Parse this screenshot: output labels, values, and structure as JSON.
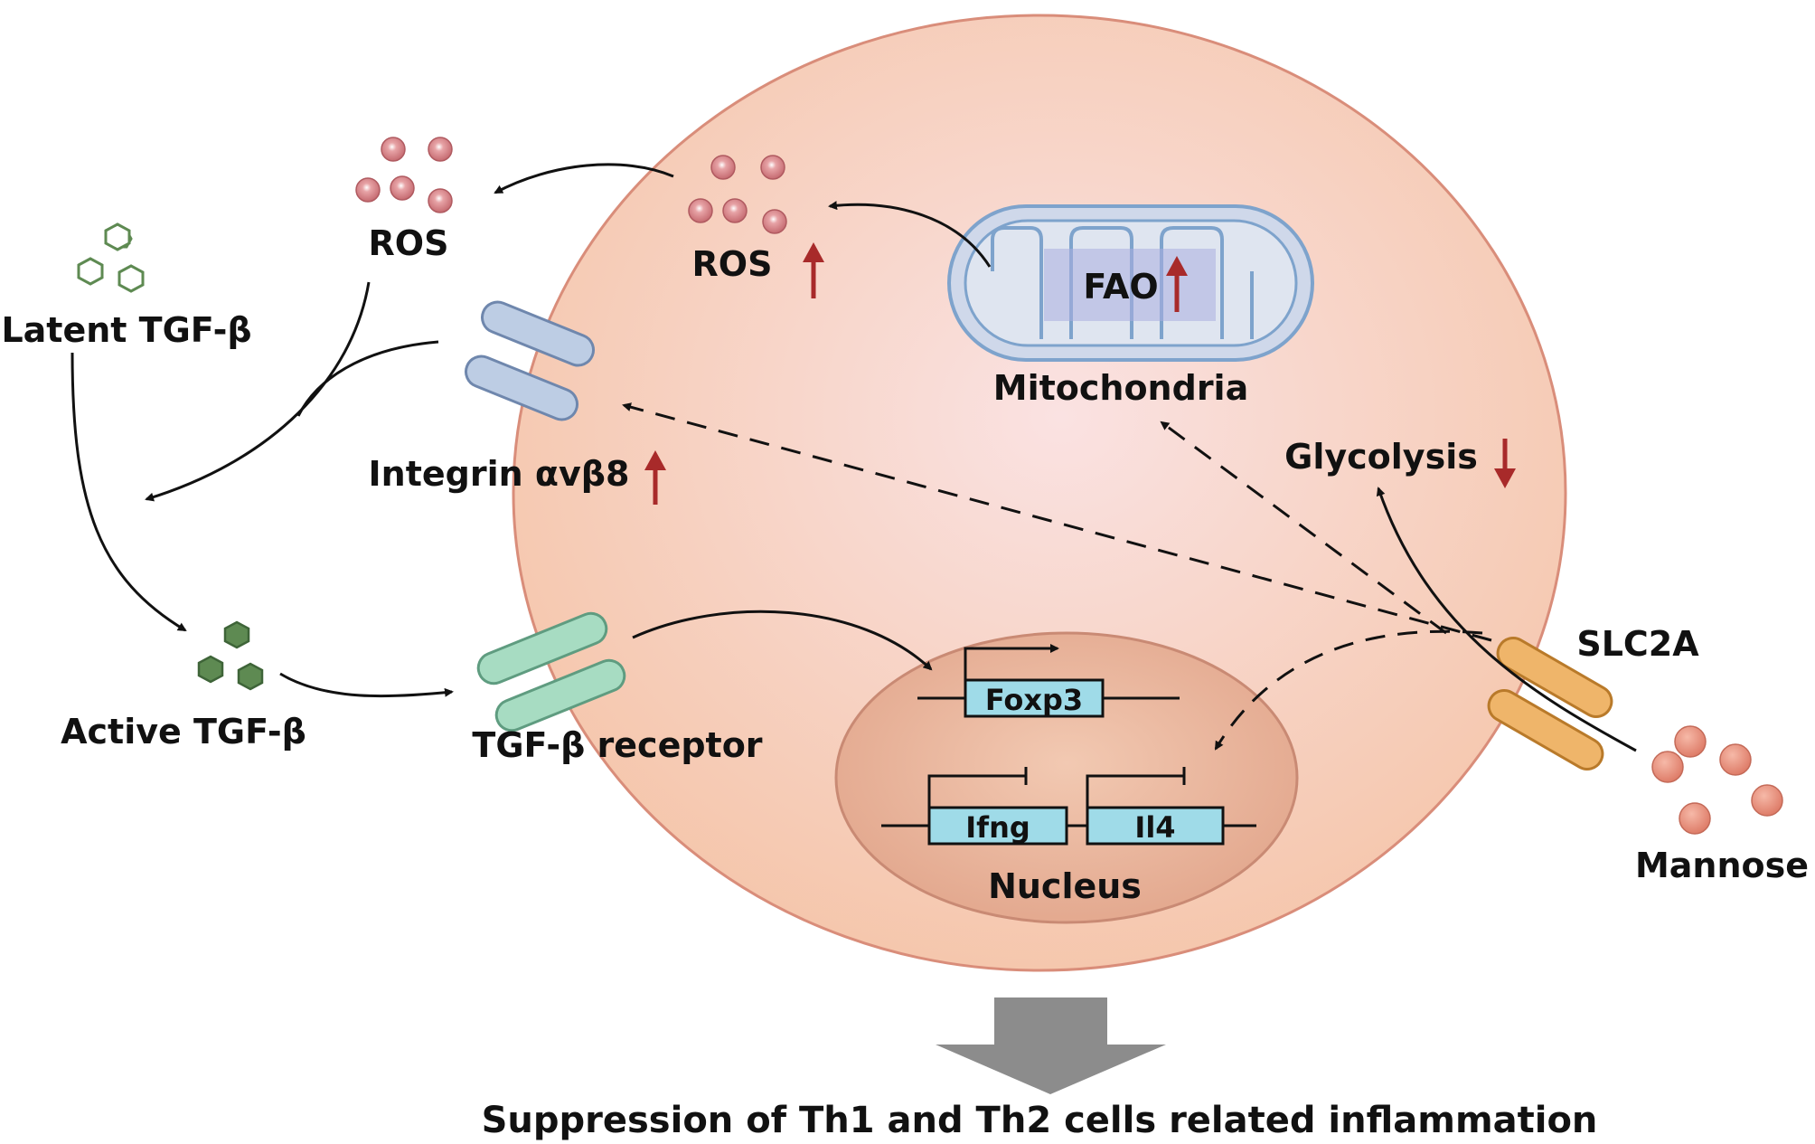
{
  "labels": {
    "ros_outer": "ROS",
    "ros_inner": "ROS",
    "latent_tgf": "Latent TGF-β",
    "active_tgf": "Active TGF-β",
    "integrin": "Integrin αvβ8",
    "tgf_receptor": "TGF-β receptor",
    "fao": "FAO",
    "mitochondria": "Mitochondria",
    "glycolysis": "Glycolysis",
    "slc2a": "SLC2A",
    "mannose": "Mannose",
    "nucleus": "Nucleus",
    "gene_foxp3": "Foxp3",
    "gene_ifng": "Ifng",
    "gene_il4": "Il4",
    "outcome": "Suppression of Th1 and Th2 cells related inflammation"
  },
  "colors": {
    "cell_fill": "#f6c9b0",
    "cell_center": "#f9dede",
    "cell_stroke": "#d98d7a",
    "nucleus_fill": "#eeb8a0",
    "nucleus_stroke": "#c98a74",
    "gene_box": "#9fdbe8",
    "increase_arrow": "#a82a2a",
    "integrin": "#bdcde4",
    "receptor": "#a7dcc2",
    "transporter": "#efb56a",
    "mannose": "#e8907e",
    "ros": "#d88a8a",
    "tgf_active": "#5e8a52",
    "outcome_arrow": "#8c8c8c"
  },
  "changes": {
    "ros_inner": "increase-arrow",
    "fao": "increase-arrow",
    "integrin": "increase-arrow",
    "glycolysis": "decrease-arrow"
  }
}
